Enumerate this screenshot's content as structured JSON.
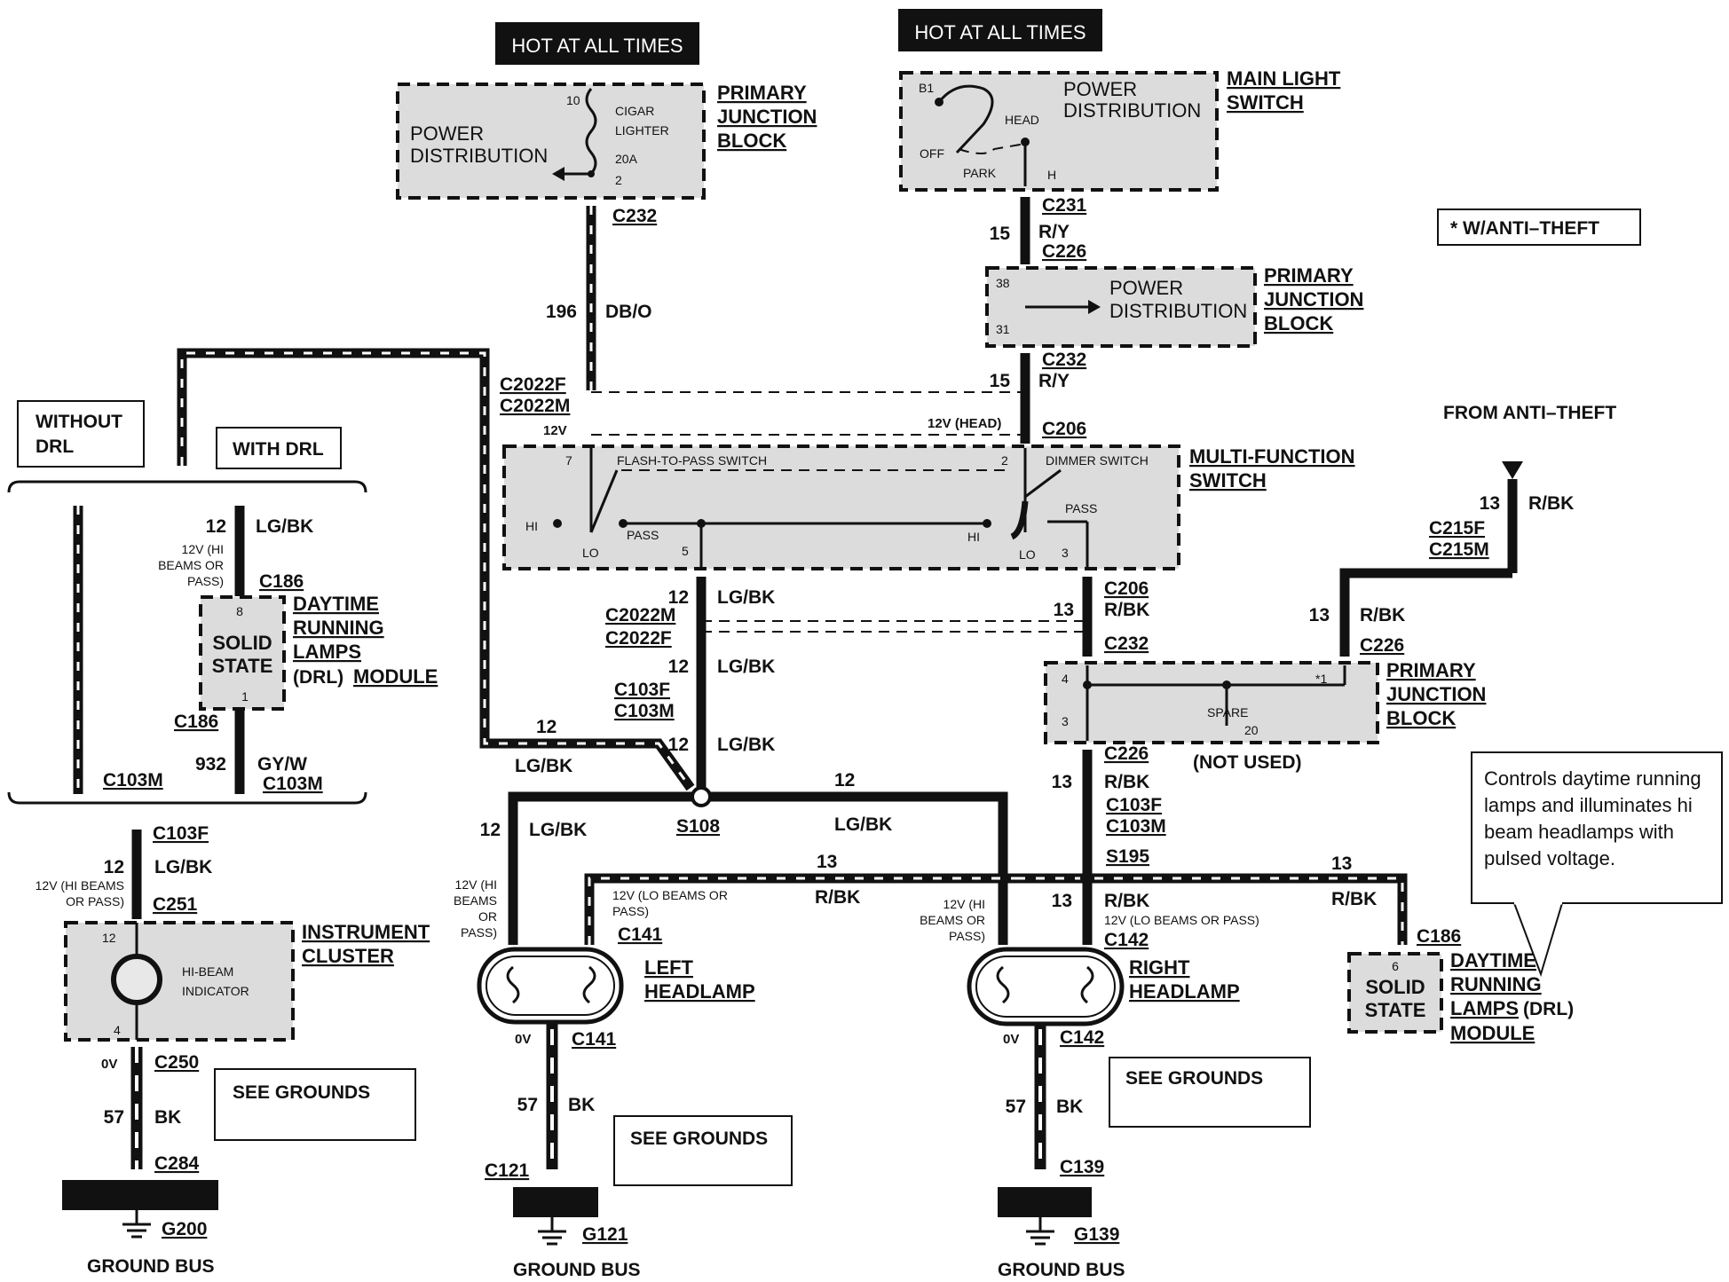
{
  "hot_labels": [
    "HOT AT ALL TIMES",
    "HOT AT ALL TIMES"
  ],
  "components": {
    "pjb_top": {
      "inner": [
        "POWER",
        "DISTRIBUTION"
      ],
      "fuse": [
        "CIGAR",
        "LIGHTER",
        "20A"
      ],
      "pins": [
        "10",
        "2"
      ],
      "name": [
        "PRIMARY",
        "JUNCTION",
        "BLOCK"
      ]
    },
    "main_light_switch": {
      "inner": [
        "POWER",
        "DISTRIBUTION"
      ],
      "positions": [
        "B1",
        "HEAD",
        "OFF",
        "PARK",
        "H"
      ],
      "name": [
        "MAIN LIGHT",
        "SWITCH"
      ]
    },
    "pjb_mid": {
      "inner": [
        "POWER",
        "DISTRIBUTION"
      ],
      "pins": [
        "38",
        "31"
      ],
      "name": [
        "PRIMARY",
        "JUNCTION",
        "BLOCK"
      ]
    },
    "multi_function": {
      "switches": [
        "FLASH-TO-PASS SWITCH",
        "DIMMER SWITCH"
      ],
      "terms": [
        "HI",
        "LO",
        "PASS",
        "HI",
        "LO",
        "PASS"
      ],
      "pins": [
        "7",
        "5",
        "2",
        "3"
      ],
      "name": [
        "MULTI-FUNCTION",
        "SWITCH"
      ]
    },
    "drl_left": {
      "inner": [
        "SOLID",
        "STATE"
      ],
      "pins": [
        "8",
        "1"
      ],
      "name": [
        "DAYTIME",
        "RUNNING",
        "LAMPS",
        "(DRL)",
        "MODULE"
      ]
    },
    "pjb_right": {
      "pins": [
        "4",
        "*1",
        "3",
        "20"
      ],
      "spare": "SPARE",
      "not_used": "(NOT USED)",
      "name": [
        "PRIMARY",
        "JUNCTION",
        "BLOCK"
      ]
    },
    "instrument_cluster": {
      "inner": [
        "HI-BEAM",
        "INDICATOR"
      ],
      "pins": [
        "12",
        "4"
      ],
      "name": [
        "INSTRUMENT",
        "CLUSTER"
      ]
    },
    "left_headlamp": {
      "name": [
        "LEFT",
        "HEADLAMP"
      ]
    },
    "right_headlamp": {
      "name": [
        "RIGHT",
        "HEADLAMP"
      ]
    },
    "drl_right": {
      "inner": [
        "SOLID",
        "STATE"
      ],
      "pin": "6",
      "name": [
        "DAYTIME",
        "RUNNING",
        "LAMPS",
        "(DRL)",
        "MODULE"
      ]
    }
  },
  "legend": "*  W/ANTI–THEFT",
  "from_anti_theft": "FROM ANTI–THEFT",
  "option_boxes": {
    "without_drl": [
      "WITHOUT",
      "DRL"
    ],
    "with_drl": "WITH DRL"
  },
  "see_grounds": [
    "SEE GROUNDS",
    "SEE GROUNDS",
    "SEE GROUNDS"
  ],
  "ground_bus": [
    "GROUND BUS",
    "GROUND BUS",
    "GROUND BUS"
  ],
  "grounds": [
    "G200",
    "G121",
    "G139"
  ],
  "callout": [
    "Controls daytime running",
    "lamps and illuminates hi",
    "beam headlamps with",
    "pulsed voltage."
  ],
  "connectors": [
    "C232",
    "C231",
    "C226",
    "C232",
    "C2022F",
    "C2022M",
    "C206",
    "C186",
    "C186",
    "C103M",
    "C103M",
    "C103F",
    "C251",
    "C250",
    "C284",
    "C2022M",
    "C2022F",
    "C103F",
    "C103M",
    "S108",
    "C141",
    "C141",
    "C121",
    "C206",
    "C232",
    "C215F",
    "C215M",
    "C226",
    "C226",
    "C103F",
    "C103M",
    "S195",
    "C142",
    "C142",
    "C139",
    "C186"
  ],
  "wires": {
    "w196": [
      "196",
      "DB/O"
    ],
    "w15a": [
      "15",
      "R/Y"
    ],
    "w15b": [
      "15",
      "R/Y"
    ],
    "w12_drl": [
      "12",
      "LG/BK"
    ],
    "w932": [
      "932",
      "GY/W"
    ],
    "w12_ic": [
      "12",
      "LG/BK"
    ],
    "w57_ic": [
      "57",
      "BK"
    ],
    "w12_mfs": [
      "12",
      "LG/BK"
    ],
    "w12_c103": [
      "12",
      "LG/BK"
    ],
    "w12_s108": [
      "12",
      "LG/BK"
    ],
    "w12_left_loop": [
      "12",
      "LG/BK"
    ],
    "w12_lhl": [
      "12",
      "LG/BK"
    ],
    "w12_bus": [
      "12",
      "LG/BK"
    ],
    "w13_mfs": [
      "13",
      "R/BK"
    ],
    "w13_at": [
      "13",
      "R/BK"
    ],
    "w13_pjb": [
      "13",
      "R/BK"
    ],
    "w13_226": [
      "13",
      "R/BK"
    ],
    "w13_lo": [
      "13",
      "R/BK"
    ],
    "w13_rhl": [
      "13",
      "R/BK"
    ],
    "w13_drl": [
      "13",
      "R/BK"
    ],
    "w57_l": [
      "57",
      "BK"
    ],
    "w57_r": [
      "57",
      "BK"
    ]
  },
  "voltage_notes": {
    "v12": "12V",
    "v12head": "12V (HEAD)",
    "drl_in": [
      "12V (HI",
      "BEAMS OR",
      "PASS)"
    ],
    "ic_in": [
      "12V (HI BEAMS",
      "OR PASS)"
    ],
    "lhl_hi": [
      "12V (HI",
      "BEAMS",
      "OR",
      "PASS)"
    ],
    "lhl_lo": [
      "12V (LO BEAMS OR",
      "PASS)"
    ],
    "rhl_hi": [
      "12V (HI",
      "BEAMS OR",
      "PASS)"
    ],
    "rhl_lo": "12V (LO BEAMS OR PASS)",
    "ov": [
      "0V",
      "0V",
      "0V"
    ]
  }
}
